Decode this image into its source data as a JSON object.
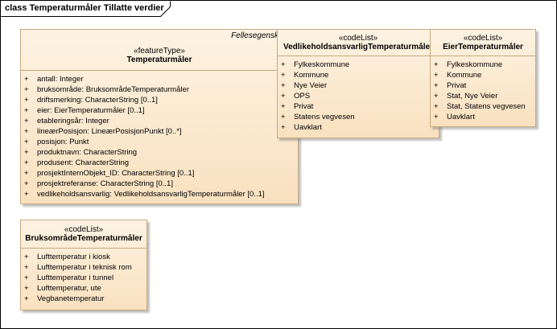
{
  "frame": {
    "title": "class Temperaturmåler Tillatte verdier"
  },
  "classes": {
    "temperaturmaler": {
      "tag": "Fellesegenskaper",
      "stereotype": "«featureType»",
      "name": "Temperaturmåler",
      "attributes": [
        {
          "vis": "+",
          "text": "antall: Integer"
        },
        {
          "vis": "+",
          "text": "bruksområde: BruksområdeTemperaturmåler"
        },
        {
          "vis": "+",
          "text": "driftsmerking: CharacterString [0..1]"
        },
        {
          "vis": "+",
          "text": "eier: EierTemperaturmåler [0..1]"
        },
        {
          "vis": "+",
          "text": "etableringsår: Integer"
        },
        {
          "vis": "+",
          "text": "lineærPosisjon: LineærPosisjonPunkt [0..*]"
        },
        {
          "vis": "+",
          "text": "posisjon: Punkt"
        },
        {
          "vis": "+",
          "text": "produktnavn: CharacterString"
        },
        {
          "vis": "+",
          "text": "produsent: CharacterString"
        },
        {
          "vis": "+",
          "text": "prosjektInternObjekt_ID: CharacterString [0..1]"
        },
        {
          "vis": "+",
          "text": "prosjektreferanse: CharacterString [0..1]"
        },
        {
          "vis": "+",
          "text": "vedlikeholdsansvarlig: VedlikeholdsansvarligTemperaturmåler [0..1]"
        }
      ]
    },
    "vedlikehold": {
      "stereotype": "«codeList»",
      "name": "VedlikeholdsansvarligTemperaturmåler",
      "attributes": [
        {
          "vis": "+",
          "text": "Fylkeskommune"
        },
        {
          "vis": "+",
          "text": "Kommune"
        },
        {
          "vis": "+",
          "text": "Nye Veier"
        },
        {
          "vis": "+",
          "text": "OPS"
        },
        {
          "vis": "+",
          "text": "Privat"
        },
        {
          "vis": "+",
          "text": "Statens vegvesen"
        },
        {
          "vis": "+",
          "text": "Uavklart"
        }
      ]
    },
    "eier": {
      "stereotype": "«codeList»",
      "name": "EierTemperaturmåler",
      "attributes": [
        {
          "vis": "+",
          "text": "Fylkeskommune"
        },
        {
          "vis": "+",
          "text": "Kommune"
        },
        {
          "vis": "+",
          "text": "Privat"
        },
        {
          "vis": "+",
          "text": "Stat, Nye Veier"
        },
        {
          "vis": "+",
          "text": "Stat, Statens vegvesen"
        },
        {
          "vis": "+",
          "text": "Uavklart"
        }
      ]
    },
    "bruksomrade": {
      "stereotype": "«codeList»",
      "name": "BruksområdeTemperaturmåler",
      "attributes": [
        {
          "vis": "+",
          "text": "Lufttemperatur i kiosk"
        },
        {
          "vis": "+",
          "text": "Lufttemperatur i teknisk rom"
        },
        {
          "vis": "+",
          "text": "Lufttemperatur i tunnel"
        },
        {
          "vis": "+",
          "text": "Lufttemperatur, ute"
        },
        {
          "vis": "+",
          "text": "Vegbanetemperatur"
        }
      ]
    }
  }
}
